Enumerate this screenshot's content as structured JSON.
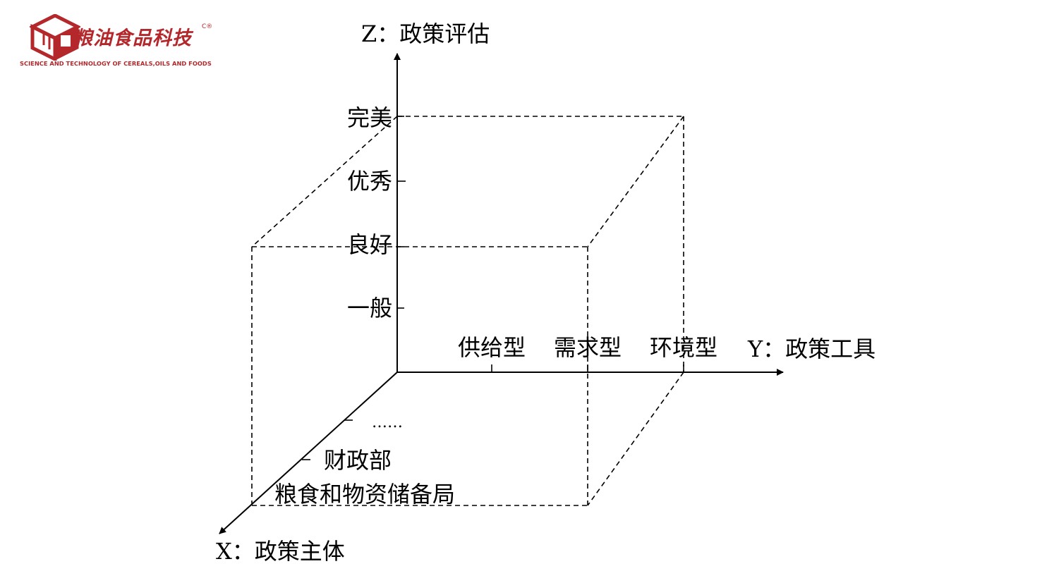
{
  "logo": {
    "name": "粮油食品科技",
    "mark": "C®",
    "subtitle": "SCIENCE AND TECHNOLOGY OF CEREALS,OILS AND FOODS",
    "color": "#b4282c"
  },
  "axes": {
    "z": {
      "title": "Z：政策评估",
      "ticks": [
        "一般",
        "良好",
        "优秀",
        "完美"
      ]
    },
    "y": {
      "title": "Y：政策工具",
      "ticks": [
        "供给型",
        "需求型",
        "环境型"
      ]
    },
    "x": {
      "title": "X：政策主体",
      "ticks": [
        "粮食和物资储备局",
        "财政部",
        "……"
      ]
    }
  },
  "line_color": "#000000"
}
